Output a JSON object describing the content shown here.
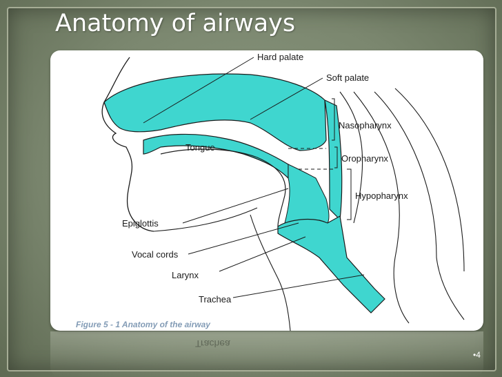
{
  "slide": {
    "title": "Anatomy of airways",
    "page_number": "•4"
  },
  "diagram": {
    "labels": {
      "hard_palate": "Hard palate",
      "soft_palate": "Soft palate",
      "nasopharynx": "Nasopharynx",
      "tongue": "Tongue",
      "oropharynx": "Oropharynx",
      "hypopharynx": "Hypopharynx",
      "epiglottis": "Epiglottis",
      "vocal_cords": "Vocal cords",
      "larynx": "Larynx",
      "trachea": "Trachea"
    },
    "figure_caption": "Figure 5 - 1 Anatomy of the airway",
    "reflection_text": "Trachea",
    "colors": {
      "airway_fill": "#3fd6cf",
      "outline": "#1a1a1a",
      "slide_background": "#7b876f",
      "title_text": "#ffffff"
    }
  }
}
